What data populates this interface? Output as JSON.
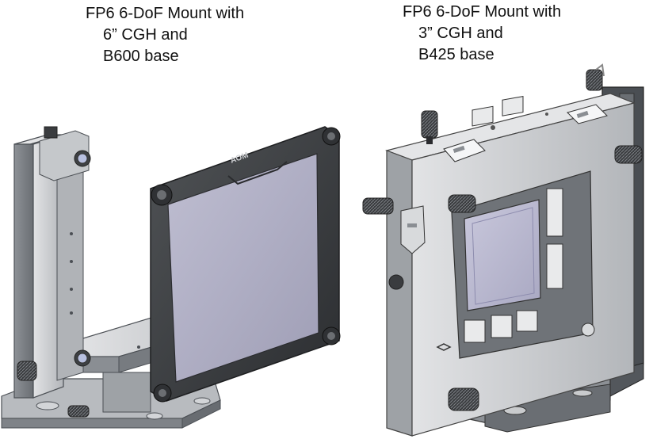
{
  "captions": {
    "left": {
      "line1": "FP6 6-DoF Mount with",
      "line2": "6” CGH and",
      "line3": "B600 base"
    },
    "right": {
      "line1": "FP6 6-DoF Mount with",
      "line2": "3” CGH and",
      "line3": "B425 base"
    }
  },
  "frame_logo": "AOM",
  "colors": {
    "steel_light": "#c9cbcd",
    "steel_mid": "#9a9da1",
    "steel_dark": "#5b5f64",
    "frame_black": "#3a3c3f",
    "glass": "#b9b8cf"
  }
}
